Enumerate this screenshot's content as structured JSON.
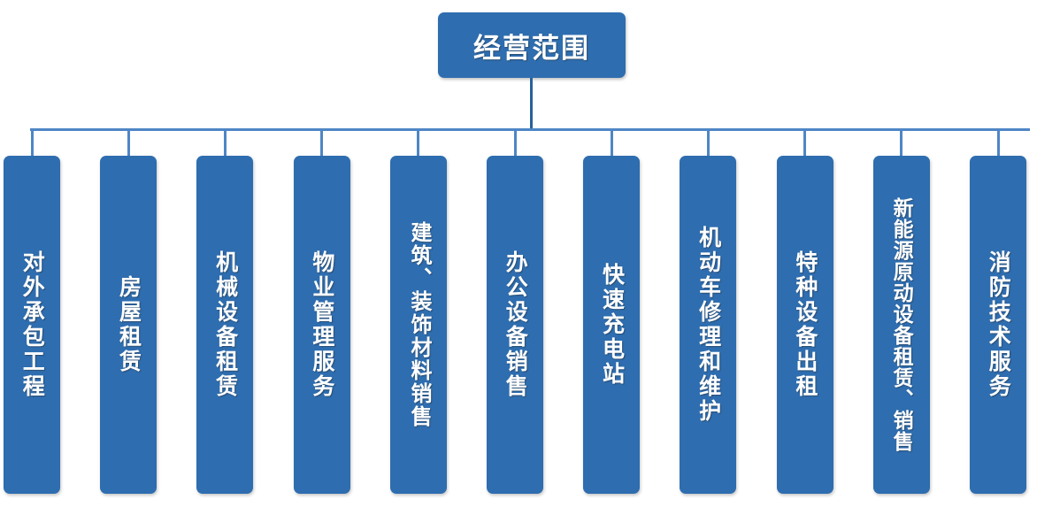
{
  "diagram": {
    "type": "organization-tree",
    "title": "经营范围",
    "orientation": "top-down",
    "colors": {
      "node_fill": "#2E6DAF",
      "root_stem_line": "#2A6099",
      "bus_line": "#4E86C6",
      "node_text": "#FFFFFF",
      "background": "#FFFFFF"
    },
    "root": {
      "label": "经营范围"
    },
    "children": [
      {
        "label": "对外承包工程"
      },
      {
        "label": "房屋租赁"
      },
      {
        "label": "机械设备租赁"
      },
      {
        "label": "物业管理服务"
      },
      {
        "label": "建筑、装饰材料销售"
      },
      {
        "label": "办公设备销售"
      },
      {
        "label": "快速充电站"
      },
      {
        "label": "机动车修理和维护"
      },
      {
        "label": "特种设备出租"
      },
      {
        "label": "新能源原动设备租赁、销售"
      },
      {
        "label": "消防技术服务"
      }
    ]
  }
}
